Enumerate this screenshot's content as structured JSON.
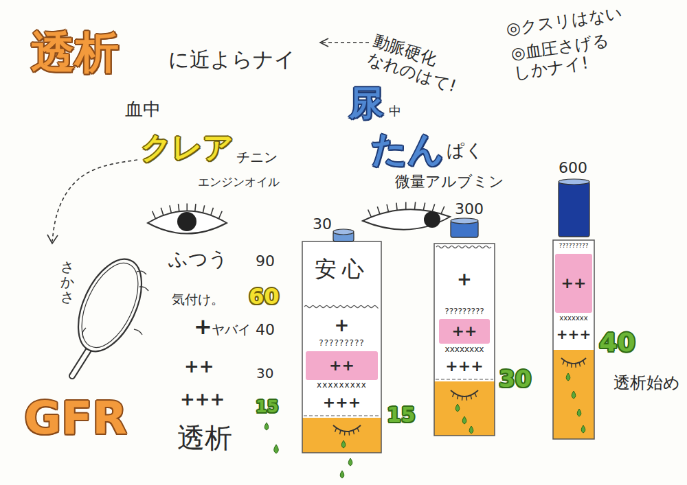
{
  "diagram": {
    "title": "透析",
    "nodes": [
      {
        "text": [
          "さかさ"
        ]
      },
      {
        "text": [
          "30",
          "安心",
          "+",
          "?????????",
          "xxxxxxxxx",
          "+++"
        ]
      },
      {
        "text": [
          "++"
        ],
        "in": 1
      },
      {
        "text": [
          "300",
          "+",
          "?????????",
          "xxxxxxxx",
          "+++"
        ]
      },
      {
        "text": [
          "++"
        ],
        "in": 3
      },
      {
        "text": [
          "600",
          "?????????",
          "xxxxxxx",
          "+++"
        ]
      },
      {
        "text": [
          "++"
        ],
        "in": 5
      }
    ],
    "labels": [
      "に近よらナイ",
      "動脈硬化 なれのはて!",
      "◎クスリはない",
      "◎血圧さげる しかナイ!",
      "血中",
      "クレア",
      "チニン",
      "エンジンオイル",
      "ふつう",
      "90",
      "気付け。",
      "60",
      "+",
      "ヤバイ",
      "40",
      "++",
      "30",
      "+++",
      "15",
      "GFR",
      "透析",
      "尿",
      "中",
      "たん",
      "ぱく",
      "微量アルブミン",
      "15",
      "30",
      "40",
      "透析始め"
    ]
  }
}
